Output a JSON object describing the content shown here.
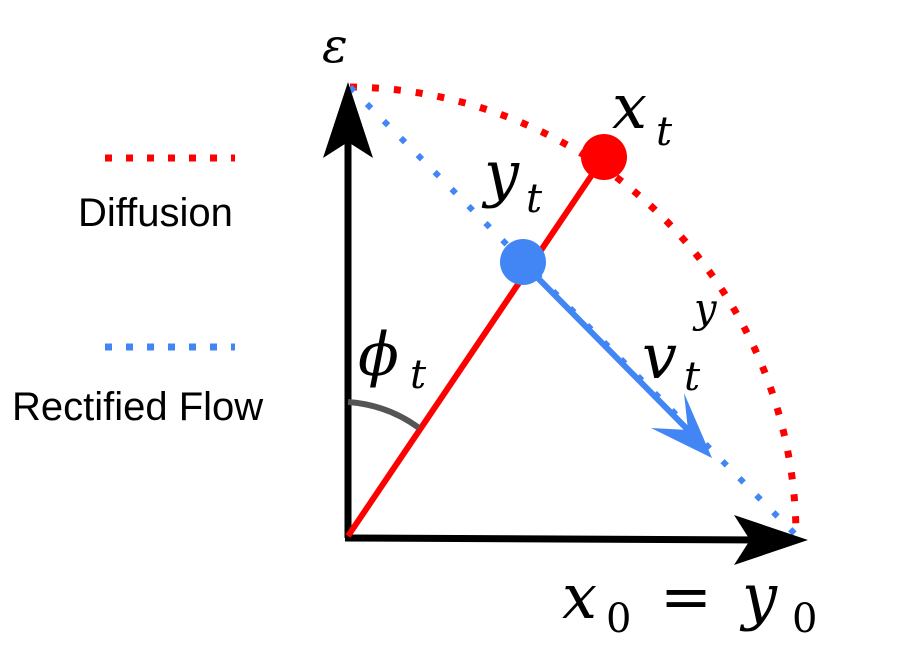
{
  "legend": {
    "diffusion": {
      "label": "Diffusion",
      "color": "#ff0000"
    },
    "rectified_flow": {
      "label": "Rectified Flow",
      "color": "#4285f4"
    }
  },
  "labels": {
    "epsilon": "ε",
    "x_t": {
      "base": "x",
      "sub": "t"
    },
    "y_t": {
      "base": "y",
      "sub": "t"
    },
    "phi_t": {
      "base": "ϕ",
      "sub": "t"
    },
    "v_t_y": {
      "base": "v",
      "sub": "t",
      "sup": "y"
    },
    "x0_eq_y0": {
      "lhs": "x",
      "lhs_sub": "0",
      "eq": "=",
      "rhs": "y",
      "rhs_sub": "0"
    }
  },
  "colors": {
    "diffusion": "#ff0000",
    "rectified_flow": "#4285f4",
    "axes": "#000000",
    "angle_arc": "#555555"
  },
  "icons": {
    "x_t_point": "red-dot",
    "y_t_point": "blue-dot",
    "velocity": "blue-arrow"
  }
}
